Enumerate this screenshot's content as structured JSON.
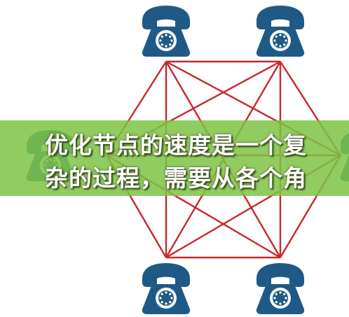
{
  "colors": {
    "phone_body": "#1f5a86",
    "phone_dark": "#15466c",
    "link_line": "#c8282c",
    "banner_bg": "#7ec446",
    "banner_text": "#ffffff"
  },
  "nodes": [
    {
      "name": "phone-top-left",
      "icon": "telephone-icon"
    },
    {
      "name": "phone-top-right",
      "icon": "telephone-icon"
    },
    {
      "name": "phone-right",
      "icon": "telephone-icon"
    },
    {
      "name": "phone-bottom-right",
      "icon": "telephone-icon"
    },
    {
      "name": "phone-bottom-left",
      "icon": "telephone-icon"
    },
    {
      "name": "phone-left",
      "icon": "telephone-icon"
    }
  ],
  "banner": {
    "line1": "优化节点的速度是一个复",
    "line2": "杂的过程，需要从各个角"
  }
}
